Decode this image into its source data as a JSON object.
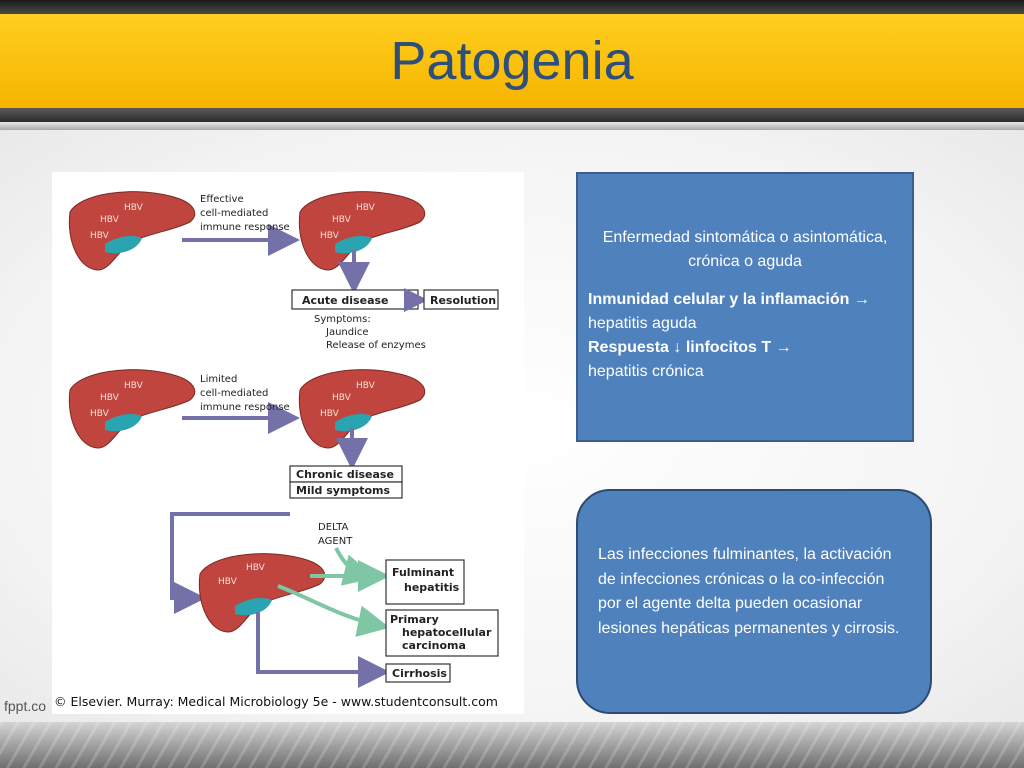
{
  "slide": {
    "title": "Patogenia",
    "footer_brand": "fppt.co"
  },
  "figure": {
    "liver_labels": {
      "hbv": "HBV"
    },
    "labels": {
      "effective_1": "Effective",
      "effective_2": "cell-mediated",
      "effective_3": "immune response",
      "limited_1": "Limited",
      "limited_2": "cell-mediated",
      "limited_3": "immune response",
      "symptoms_1": "Symptoms:",
      "symptoms_2": "Jaundice",
      "symptoms_3": "Release of enzymes",
      "delta_1": "DELTA",
      "delta_2": "AGENT"
    },
    "boxes": {
      "acute": "Acute disease",
      "resolution": "Resolution",
      "chronic": "Chronic disease",
      "mild": "Mild symptoms",
      "fulminant_1": "Fulminant",
      "fulminant_2": "hepatitis",
      "primary_1": "Primary",
      "primary_2": "hepatocellular",
      "primary_3": "carcinoma",
      "cirrhosis": "Cirrhosis"
    },
    "copyright": "© Elsevier. Murray: Medical Microbiology 5e - www.studentconsult.com"
  },
  "box1": {
    "intro": "Enfermedad sintomática o asintomática, crónica o aguda",
    "bold1": "Inmunidad celular y la inflamación",
    "arrow": "→",
    "rest1": "hepatitis aguda",
    "bold2": "Respuesta ↓ linfocitos T",
    "rest2": "hepatitis crónica"
  },
  "box2": {
    "text": "Las infecciones fulminantes, la activación de infecciones crónicas o la co-infección por el agente delta pueden ocasionar lesiones hepáticas permanentes y cirrosis."
  },
  "colors": {
    "title_band": "#f6b400",
    "title_text": "#2d4f7a",
    "box_fill": "#4f81bd",
    "liver": "#c0453f",
    "gallbladder": "#2aa4b0",
    "arrow_purple": "#7470a8",
    "arrow_teal": "#7fc6a4"
  }
}
